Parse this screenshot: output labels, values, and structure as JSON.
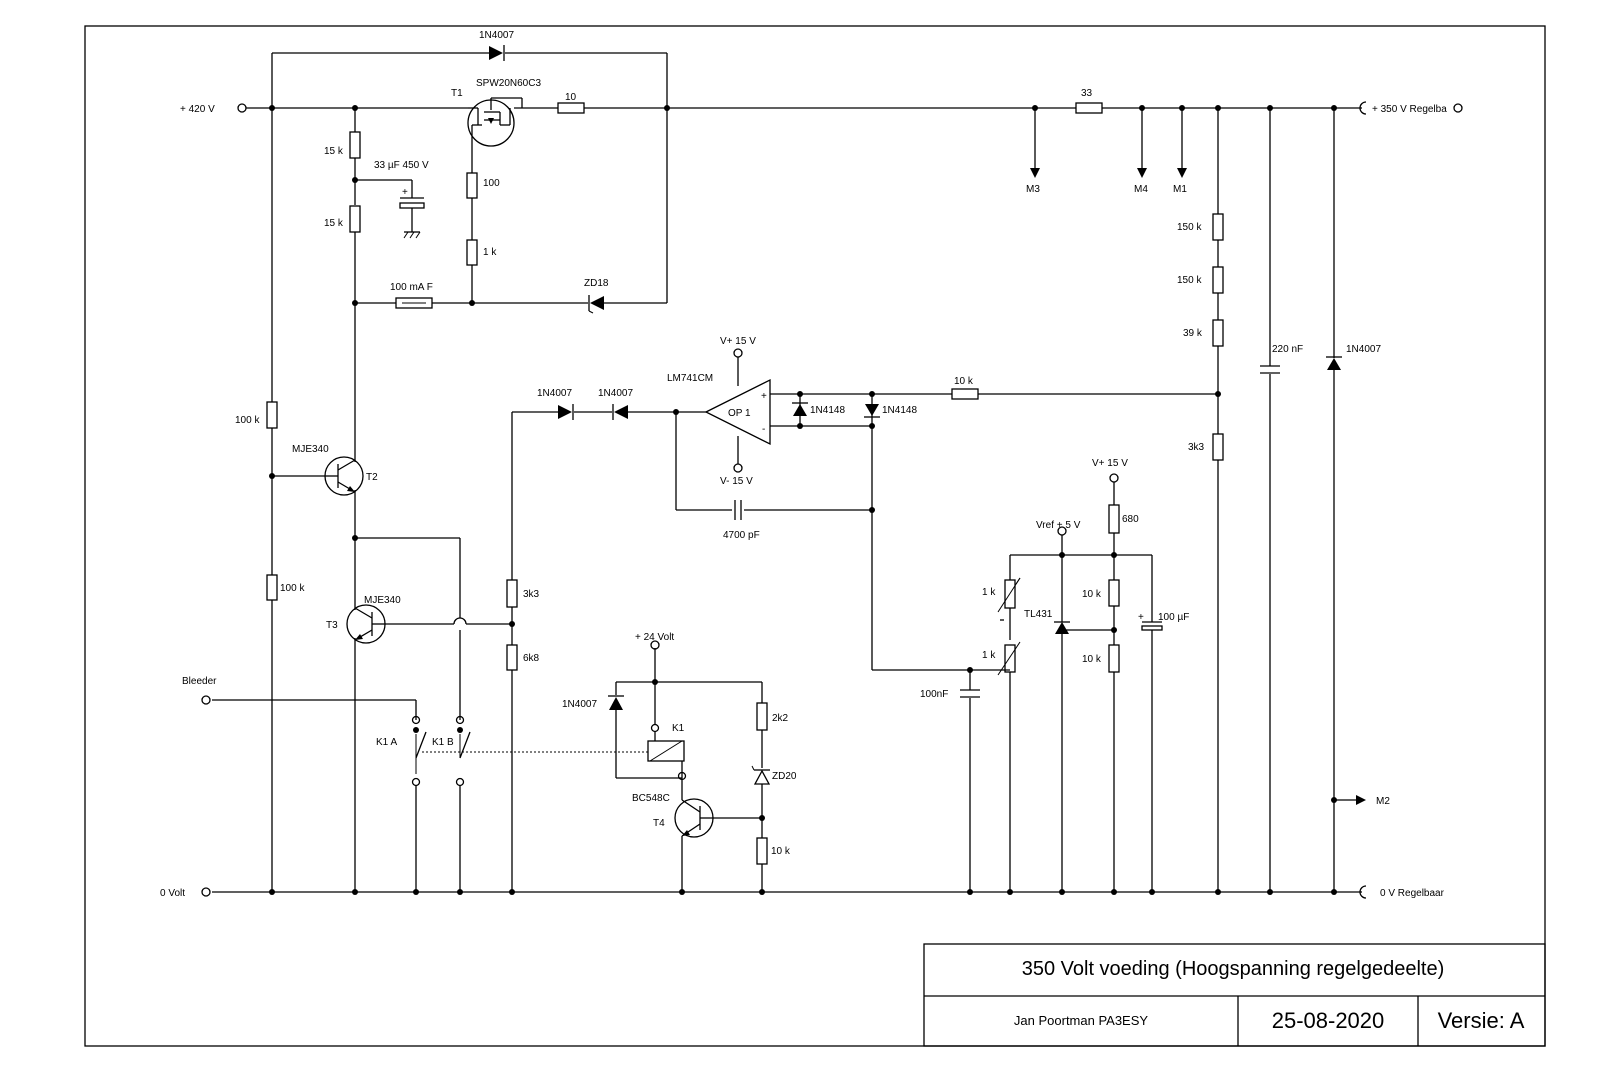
{
  "terminals": {
    "plus420": "+ 420 V",
    "zero_volt": "0 Volt",
    "bleeder": "Bleeder",
    "plus350": "+ 350 V Regelba",
    "zero_regel": "0 V Regelbaar",
    "plus24": "+ 24 Volt",
    "vplus_op": "V+ 15 V",
    "vminus_op": "V- 15 V",
    "vplus_ref": "V+ 15 V",
    "vref": "Vref + 5 V"
  },
  "components": {
    "d_top": "1N4007",
    "t1_type": "SPW20N60C3",
    "t1": "T1",
    "r10": "10",
    "r33": "33",
    "r15k_a": "15 k",
    "r15k_b": "15 k",
    "c33": "33 µF 450 V",
    "r100": "100",
    "r1k_gate": "1 k",
    "fuse": "100 mA F",
    "zd18": "ZD18",
    "r100k_a": "100 k",
    "r100k_b": "100 k",
    "t2_type": "MJE340",
    "t2": "T2",
    "t3_type": "MJE340",
    "t3": "T3",
    "d1": "1N4007",
    "d2": "1N4007",
    "r3k3_a": "3k3",
    "r6k8": "6k8",
    "opamp_type": "LM741CM",
    "opamp": "OP 1",
    "d4148_a": "1N4148",
    "d4148_b": "1N4148",
    "r10k_fb": "10 k",
    "c4700": "4700 pF",
    "r150k_a": "150 k",
    "r150k_b": "150 k",
    "r39k": "39 k",
    "r3k3_b": "3k3",
    "c220": "220 nF",
    "d_out": "1N4007",
    "r680": "680",
    "pot1": "1 k",
    "pot2": "1 k",
    "tl431": "TL431",
    "r10k_a": "10 k",
    "r10k_b": "10 k",
    "c100u": "100 µF",
    "c100n": "100nF",
    "k1a": "K1 A",
    "k1b": "K1 B",
    "k1": "K1",
    "d_relay": "1N4007",
    "r2k2": "2k2",
    "zd20": "ZD20",
    "t4_type": "BC548C",
    "t4": "T4",
    "r10k_t4": "10 k"
  },
  "meters": {
    "m1": "M1",
    "m2": "M2",
    "m3": "M3",
    "m4": "M4"
  },
  "title_block": {
    "title": "350 Volt  voeding  (Hoogspanning regelgedeelte)",
    "author": "Jan Poortman   PA3ESY",
    "date": "25-08-2020",
    "version": "Versie: A"
  }
}
